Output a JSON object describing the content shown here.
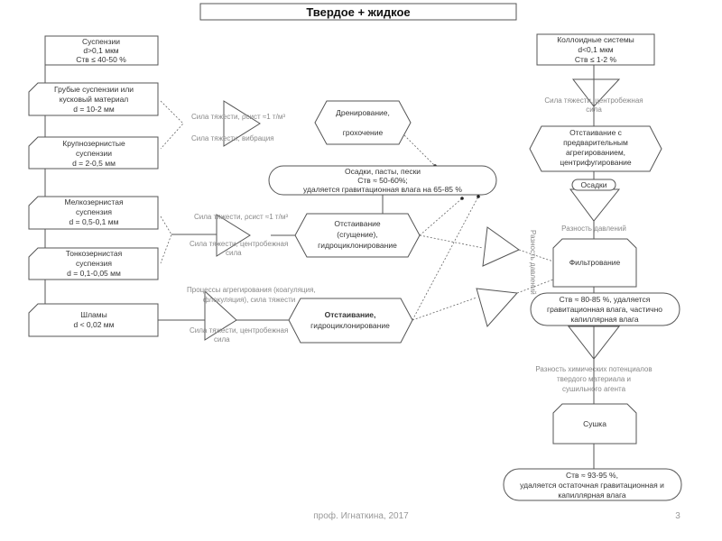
{
  "title": "Твердое + жидкое",
  "left_column": {
    "suspensions": [
      "Суспензии",
      "d>0,1 мкм",
      "Cтв ≤ 40-50 %"
    ],
    "coarse": [
      "Грубые суспензии или",
      "кусковый материал",
      "d = 10-2 мм"
    ],
    "large_grain": [
      "Крупнозернистые",
      "суспензии",
      "d = 2-0,5 мм"
    ],
    "fine_grain": [
      "Мелкозернистая",
      "суспензия",
      "d = 0,5-0,1 мм"
    ],
    "thin_grain": [
      "Тонкозернистая",
      "суспензия",
      "d = 0,1-0,05 мм"
    ],
    "slimes": [
      "Шламы",
      "d < 0,02 мм"
    ]
  },
  "middle": {
    "force_label_1a": "Сила тяжести, ρсист ≈1 т/м³",
    "force_label_1b": "Сила тяжести, вибрация",
    "draining": [
      "Дренирование,",
      "грохочение"
    ],
    "sediments": [
      "Осадки, пасты, пески",
      "Cтв ≈ 50-60%;",
      "удаляется гравитационная влага на 65-85 %"
    ],
    "force_label_2a": "Сила тяжести, ρсист ≈1 т/м³",
    "force_label_2b": [
      "Сила тяжести, центробежная",
      "сила"
    ],
    "settling_1": [
      "Отстаивание",
      "(сгущение),",
      "гидроциклонирование"
    ],
    "force_label_3a": [
      "Процессы агрегирования (коагуляция,",
      "флокуляция), сила тяжести"
    ],
    "force_label_3b": [
      "Сила тяжести, центробежная",
      "сила"
    ],
    "settling_2": [
      "Отстаивание,",
      "гидроциклонирование"
    ],
    "pressure_vertical": "Разность давлений"
  },
  "right_column": {
    "colloids": [
      "Коллоидные системы",
      "d<0,1 мкм",
      "Cтв ≤ 1-2 %"
    ],
    "force_label": [
      "Сила тяжести, центробежная",
      "сила"
    ],
    "settling_agg": [
      "Отстаивание с",
      "предварительным",
      "агрегированием,",
      "центрифугирование"
    ],
    "sediments_tag": "Осадки",
    "pressure_label": "Разность давлений",
    "filtration": "Фильтрование",
    "filtration_result": [
      "Cтв ≈ 80-85 %, удаляется",
      "гравитационная влага, частично",
      "капиллярная влага"
    ],
    "drying_force": [
      "Разность химических потенциалов",
      "твердого материала и",
      "сушильного агента"
    ],
    "drying": "Сушка",
    "drying_result": [
      "Cтв ≈ 93-95 %,",
      "удаляется остаточная гравитационная и",
      "капиллярная влага"
    ]
  },
  "footer": {
    "author": "проф. Игнаткина, 2017",
    "page": "3"
  }
}
